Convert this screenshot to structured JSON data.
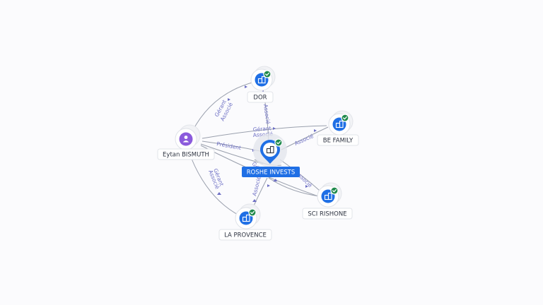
{
  "diagram": {
    "center": {
      "label": "ROSHE INVESTS",
      "icon": "building-icon"
    },
    "person": {
      "label": "Eytan BISMUTH",
      "icon": "person-icon"
    },
    "companies": [
      {
        "key": "dor",
        "label": "DOR",
        "icon": "building-icon",
        "verified": true
      },
      {
        "key": "befamily",
        "label": "BE FAMILY",
        "icon": "building-icon",
        "verified": true
      },
      {
        "key": "scirishone",
        "label": "SCI RISHONE",
        "icon": "building-icon",
        "verified": true
      },
      {
        "key": "laprovence",
        "label": "LA PROVENCE",
        "icon": "building-icon",
        "verified": true
      }
    ],
    "edge_labels": {
      "person_dor": [
        "Gérant",
        "Associé"
      ],
      "person_befamily": [
        "Gérant",
        "Associé"
      ],
      "person_center": "Président",
      "person_laprovence": [
        "Gérant",
        "Associé"
      ],
      "center_dor": "Associé",
      "center_befamily": "Associé",
      "center_scirishone": "Associé",
      "center_laprovence": "Associé",
      "center_cross": "Gé"
    },
    "colors": {
      "accent": "#1f6fe5",
      "person": "#8b5bdc",
      "verified": "#1f8a4c",
      "edge_label": "#6d6fc4",
      "edge": "#9aa0ad"
    }
  }
}
